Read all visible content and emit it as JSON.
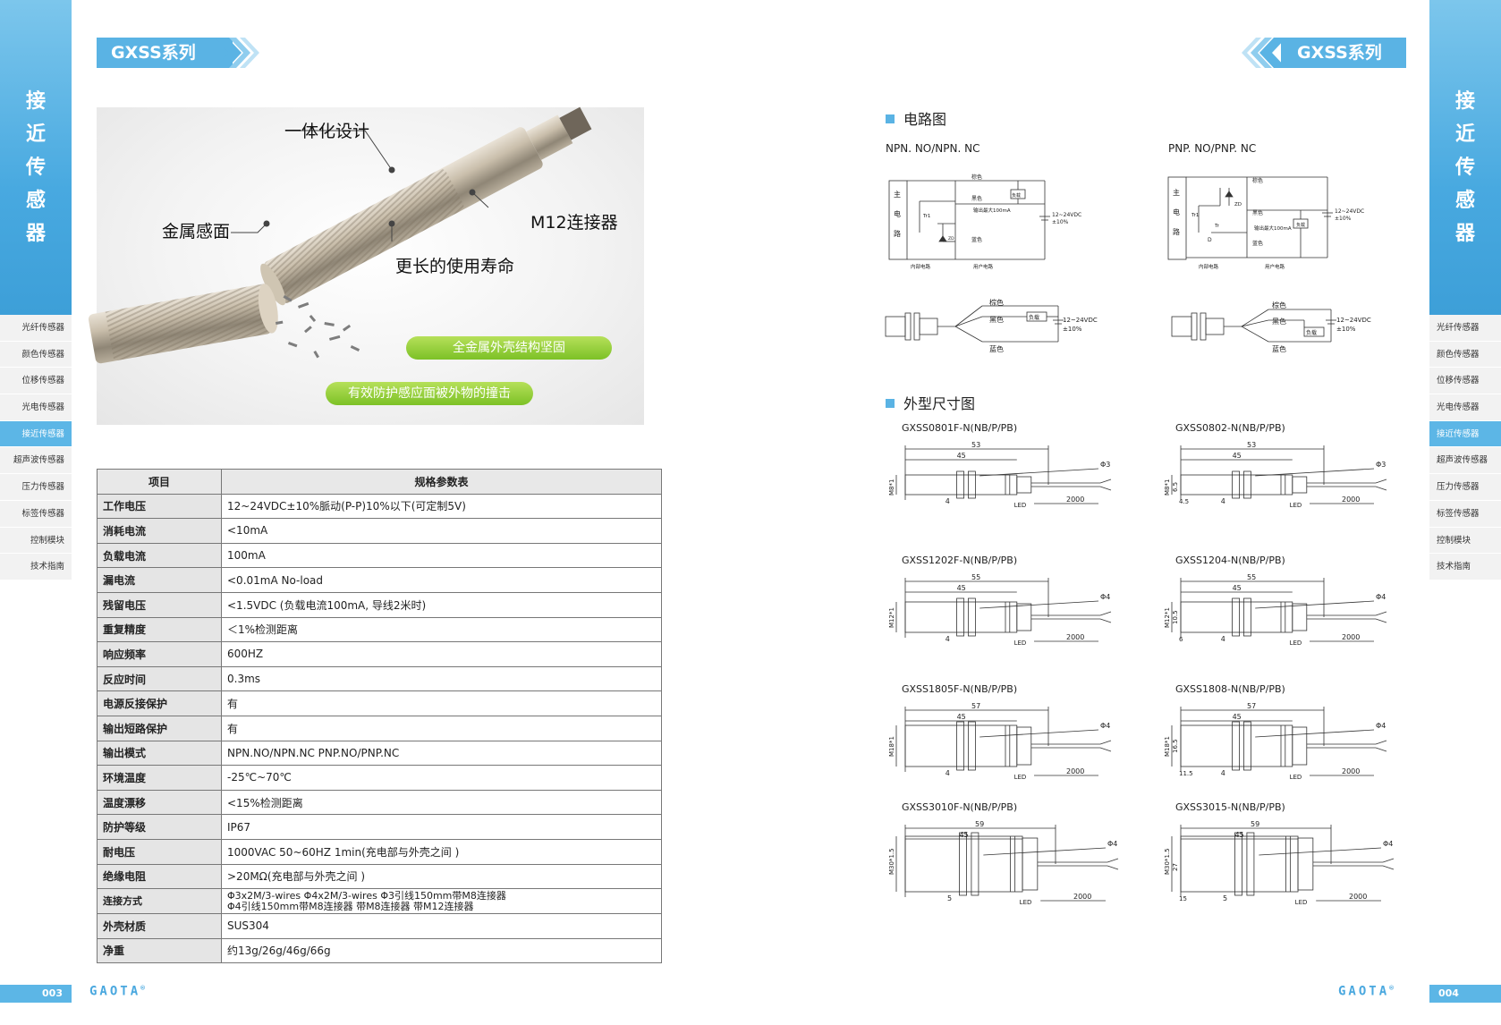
{
  "header": {
    "series_left": "GXSS系列",
    "series_right": "GXSS系列"
  },
  "sidebar": {
    "vertical_title": [
      "接",
      "近",
      "传",
      "感",
      "器"
    ],
    "items": [
      "光纤传感器",
      "颜色传感器",
      "位移传感器",
      "光电传感器",
      "接近传感器",
      "超声波传感器",
      "压力传感器",
      "标签传感器",
      "控制模块",
      "技术指南"
    ],
    "active_index": 4
  },
  "footer": {
    "page_left": "003",
    "page_right": "004",
    "logo": "GAOTA",
    "logo_mark": "®"
  },
  "features": {
    "integrated": "一体化设计",
    "metal_face": "金属感面",
    "connector": "M12连接器",
    "longer_life": "更长的使用寿命",
    "pill_1": "全金属外壳结构坚固",
    "pill_2": "有效防护感应面被外物的撞击"
  },
  "spec_table": {
    "header": [
      "项目",
      "规格参数表"
    ],
    "rows": [
      [
        "工作电压",
        "12~24VDC±10%脈动(P-P)10%以下(可定制5V)"
      ],
      [
        "消耗电流",
        "<10mA"
      ],
      [
        "负载电流",
        "100mA"
      ],
      [
        "漏电流",
        "<0.01mA  No-load"
      ],
      [
        "残留电压",
        "<1.5VDC (负载电流100mA, 导线2米时)"
      ],
      [
        "重复精度",
        "＜1%检测距离"
      ],
      [
        "响应频率",
        "600HZ"
      ],
      [
        "反应时间",
        "0.3ms"
      ],
      [
        "电源反接保护",
        "有"
      ],
      [
        "输出短路保护",
        "有"
      ],
      [
        "输出模式",
        "NPN.NO/NPN.NC      PNP.NO/PNP.NC"
      ],
      [
        "环境温度",
        "-25℃~70℃"
      ],
      [
        "温度漂移",
        "<15%检测距离"
      ],
      [
        "防护等级",
        " IP67"
      ],
      [
        "耐电压",
        "1000VAC 50~60HZ 1min(充电部与外壳之间 )"
      ],
      [
        "绝缘电阻",
        ">20MΩ(充电部与外壳之间 )"
      ],
      [
        "连接方式",
        "Φ3x2M/3-wires   Φ4x2M/3-wires   Φ3引线150mm带M8连接器"
      ],
      [
        "外壳材质",
        "SUS304"
      ],
      [
        "净重",
        "约13g/26g/46g/66g"
      ]
    ],
    "connection_line2": "Φ4引线150mm带M8连接器   带M8连接器   带M12连接器"
  },
  "circuit": {
    "title": "电路图",
    "npn_label": "NPN. NO/NPN. NC",
    "pnp_label": "PNP. NO/PNP. NC",
    "main_circuit": [
      "主",
      "电",
      "路"
    ],
    "brown": "棕色",
    "black": "黑色",
    "blue": "蓝色",
    "load": "负载",
    "max_output": "输出最大100mA",
    "supply": "12~24VDC",
    "tolerance": "±10%",
    "internal": "内部电路",
    "user": "用户电路",
    "tr1": "Tr1",
    "tr": "Tr",
    "zd": "ZD",
    "d": "D"
  },
  "dimensions": {
    "title": "外型尺寸图",
    "models": [
      {
        "name": "GXSS0801F-N(NB/P/PB)",
        "total": "53",
        "body": "45",
        "thread": "M8*1",
        "gap": "4",
        "cable": "2000",
        "dia": "Φ3",
        "extra": ""
      },
      {
        "name": "GXSS0802-N(NB/P/PB)",
        "total": "53",
        "body": "45",
        "thread": "M8*1",
        "gap": "4",
        "cable": "2000",
        "dia": "Φ3",
        "extra": "4.5",
        "extra2": "6.5"
      },
      {
        "name": "GXSS1202F-N(NB/P/PB)",
        "total": "55",
        "body": "45",
        "thread": "M12*1",
        "gap": "4",
        "cable": "2000",
        "dia": "Φ4",
        "extra": ""
      },
      {
        "name": "GXSS1204-N(NB/P/PB)",
        "total": "55",
        "body": "45",
        "thread": "M12*1",
        "gap": "4",
        "cable": "2000",
        "dia": "Φ4",
        "extra": "6",
        "extra2": "10.5"
      },
      {
        "name": "GXSS1805F-N(NB/P/PB)",
        "total": "57",
        "body": "45",
        "thread": "M18*1",
        "gap": "4",
        "cable": "2000",
        "dia": "Φ4",
        "extra": ""
      },
      {
        "name": "GXSS1808-N(NB/P/PB)",
        "total": "57",
        "body": "45",
        "thread": "M18*1",
        "gap": "4",
        "cable": "2000",
        "dia": "Φ4",
        "extra": "11.5",
        "extra2": "16.5"
      },
      {
        "name": "GXSS3010F-N(NB/P/PB)",
        "total": "59",
        "body": "45",
        "thread": "M30*1.5",
        "gap": "5",
        "cable": "2000",
        "dia": "Φ4",
        "extra": ""
      },
      {
        "name": "GXSS3015-N(NB/P/PB)",
        "total": "59",
        "body": "45",
        "thread": "M30*1.5",
        "gap": "5",
        "cable": "2000",
        "dia": "Φ4",
        "extra": "15",
        "extra2": "27"
      }
    ],
    "led": "LED"
  },
  "colors": {
    "accent": "#5ab3e4",
    "pill_green": "#8cc63f"
  }
}
